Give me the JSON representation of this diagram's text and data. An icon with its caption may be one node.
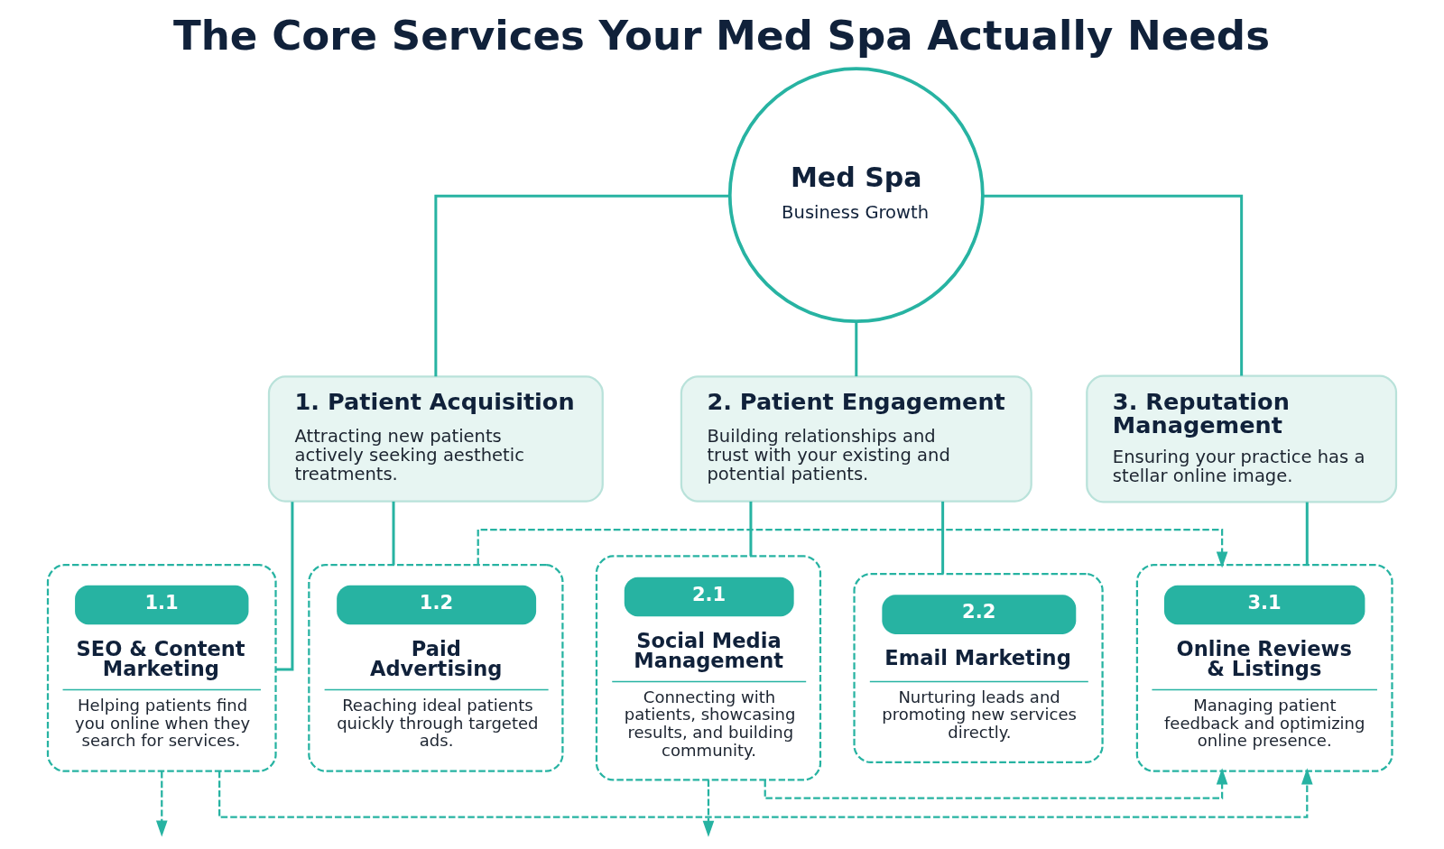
{
  "diagram": {
    "title": "The Core Services Your Med Spa Actually Needs",
    "nodes": [
      {
        "text": [
          "Med Spa",
          "Business Growth"
        ]
      },
      {
        "text": [
          "1. Patient Acquisition",
          "Attracting new patients actively seeking aesthetic treatments."
        ]
      },
      {
        "text": [
          "2. Patient Engagement",
          "Building relationships and trust with your existing and potential patients."
        ]
      },
      {
        "text": [
          "3. Reputation Management",
          "Ensuring your practice has a stellar online image."
        ]
      },
      {
        "text": [
          "1.1",
          "SEO & Content Marketing",
          "Helping patients find you online when they search for services."
        ]
      },
      {
        "text": [
          "1.2",
          "Paid Advertising",
          "Reaching ideal patients quickly through targeted ads."
        ]
      },
      {
        "text": [
          "2.1",
          "Social Media Management",
          "Connecting with patients, showcasing results, and building community."
        ]
      },
      {
        "text": [
          "2.2",
          "Email Marketing",
          "Nurturing leads and promoting new services directly."
        ]
      },
      {
        "text": [
          "3.1",
          "Online Reviews & Listings",
          "Managing patient feedback and optimizing online presence."
        ]
      }
    ],
    "edges": [
      {
        "from": 0,
        "to": 1,
        "arrow": "none"
      },
      {
        "from": 0,
        "to": 2,
        "arrow": "none"
      },
      {
        "from": 0,
        "to": 3,
        "arrow": "none"
      },
      {
        "from": 1,
        "to": 4,
        "arrow": "none"
      },
      {
        "from": 1,
        "to": 5,
        "arrow": "none"
      },
      {
        "from": 2,
        "to": 6,
        "arrow": "none"
      },
      {
        "from": 2,
        "to": 7,
        "arrow": "none"
      },
      {
        "from": 3,
        "to": 8,
        "arrow": "none"
      },
      {
        "from": 4,
        "to": 8,
        "arrow": "to",
        "style": "dashed"
      },
      {
        "from": 5,
        "to": 8,
        "arrow": "to",
        "style": "dashed"
      },
      {
        "from": 6,
        "to": 8,
        "arrow": "to",
        "style": "dashed"
      },
      {
        "from": 4,
        "to": null,
        "arrow": "to",
        "style": "dashed"
      },
      {
        "from": 6,
        "to": null,
        "arrow": "to",
        "style": "dashed"
      }
    ]
  }
}
